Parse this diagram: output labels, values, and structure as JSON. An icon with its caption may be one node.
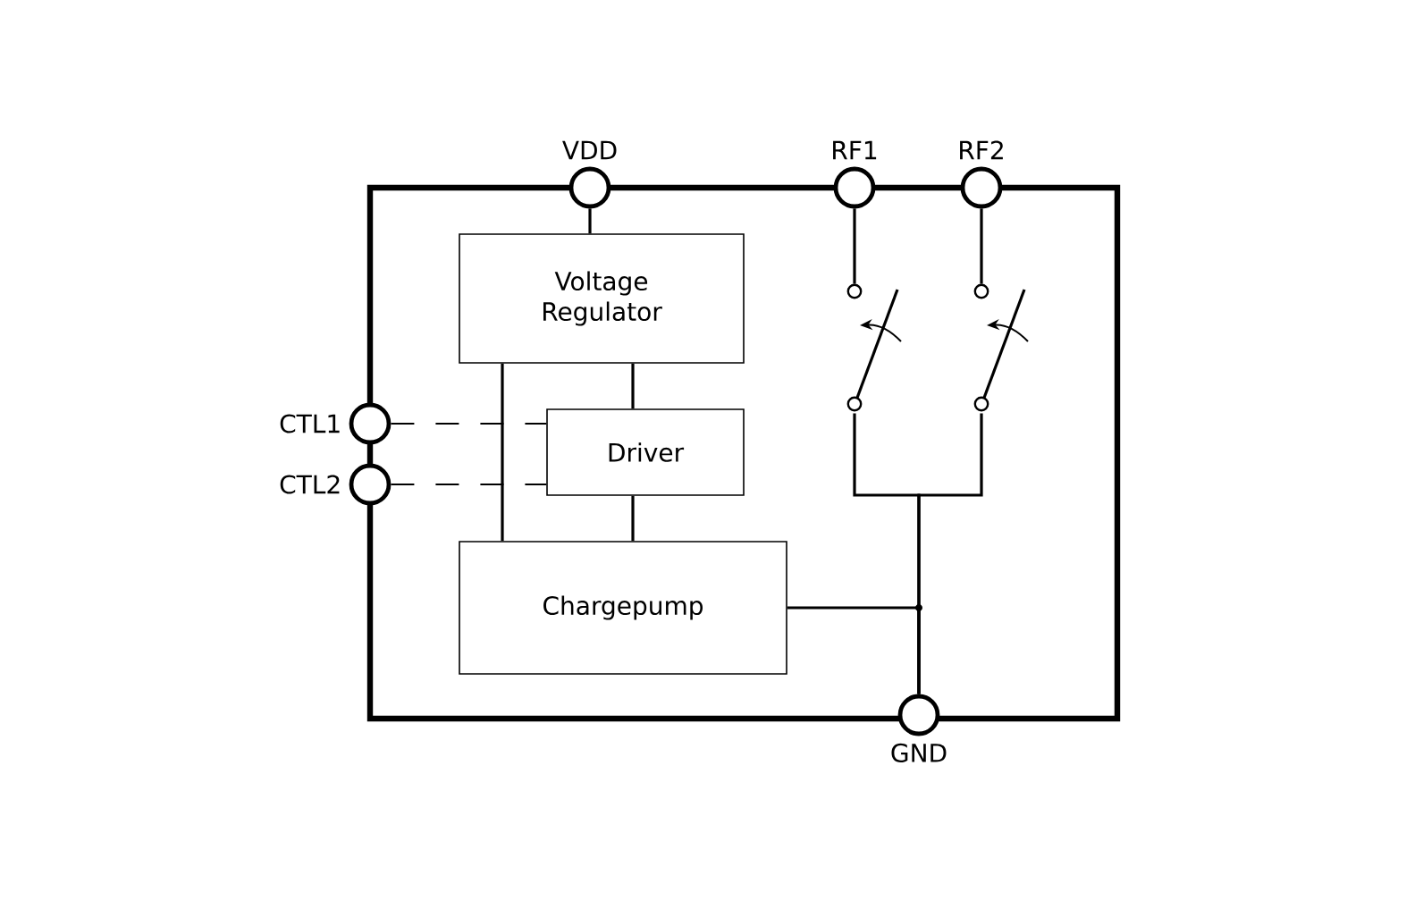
{
  "diagram": {
    "nodes": [
      {
        "text": [],
        "shape": "box"
      },
      {
        "text": [
          "VDD"
        ]
      },
      {
        "text": [
          "RF1"
        ]
      },
      {
        "text": [
          "RF2"
        ]
      },
      {
        "text": [
          "CTL1"
        ]
      },
      {
        "text": [
          "CTL2"
        ]
      },
      {
        "text": [
          "GND"
        ]
      },
      {
        "text": [
          "Voltage Regulator"
        ],
        "in": 0
      },
      {
        "text": [
          "Driver"
        ],
        "in": 0
      },
      {
        "text": [
          "Chargepump"
        ],
        "in": 0
      },
      {
        "text": [],
        "shape": "switch",
        "in": 0
      },
      {
        "text": [],
        "shape": "switch",
        "in": 0
      }
    ],
    "edges": [
      {
        "from": 1,
        "to": 7,
        "arrow": "none"
      },
      {
        "from": 7,
        "to": 8,
        "arrow": "none"
      },
      {
        "from": 7,
        "to": 9,
        "arrow": "none"
      },
      {
        "from": 8,
        "to": 9,
        "arrow": "none"
      },
      {
        "from": 4,
        "to": 8,
        "arrow": "none",
        "style": "dashed"
      },
      {
        "from": 5,
        "to": 8,
        "arrow": "none",
        "style": "dashed"
      },
      {
        "from": 2,
        "to": 10,
        "arrow": "none"
      },
      {
        "from": 3,
        "to": 11,
        "arrow": "none"
      },
      {
        "from": 10,
        "to": 6,
        "arrow": "none"
      },
      {
        "from": 11,
        "to": 6,
        "arrow": "none"
      },
      {
        "from": 9,
        "to": 6,
        "arrow": "none"
      }
    ]
  }
}
